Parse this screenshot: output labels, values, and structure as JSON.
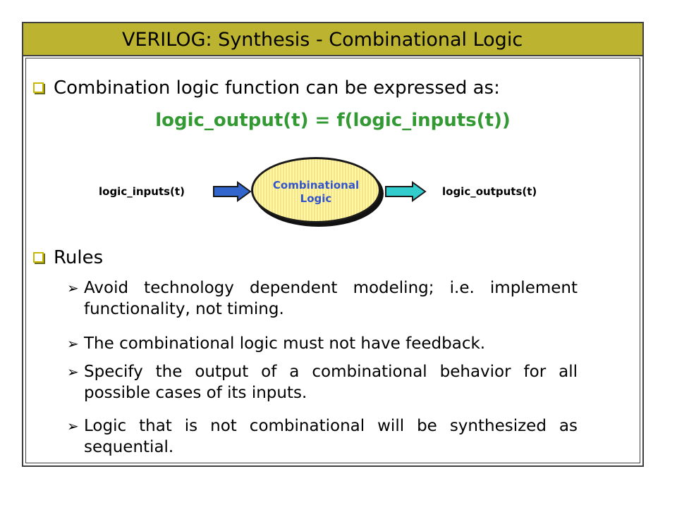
{
  "title": "VERILOG: Synthesis - Combinational Logic",
  "colors": {
    "title_bar": "#bcb331",
    "formula": "#339933",
    "bullet": "#c8b800",
    "input_arrow": "#3366cc",
    "output_arrow": "#33cccc",
    "ellipse_text": "#3355cc"
  },
  "intro": {
    "bullet_text": "Combination logic function can be expressed as:",
    "formula": "logic_output(t) = f(logic_inputs(t))"
  },
  "diagram": {
    "input_label": "logic_inputs(t)",
    "output_label": "logic_outputs(t)",
    "block_line1": "Combinational",
    "block_line2": "Logic"
  },
  "rules": {
    "heading": "Rules",
    "marker": "➢",
    "items": [
      "Avoid technology dependent modeling; i.e. implement functionality, not timing.",
      "The combinational logic must not have feedback.",
      "Specify the output of a combinational behavior for all possible cases of its inputs.",
      "Logic that is not combinational will be synthesized as sequential."
    ]
  }
}
